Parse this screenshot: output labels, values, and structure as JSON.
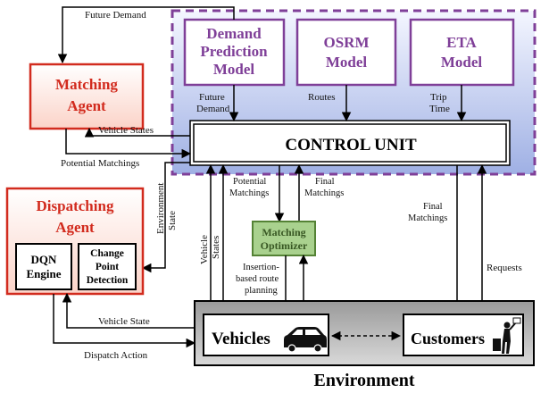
{
  "colors": {
    "purple": "#7f3f98",
    "red": "#d22b1e",
    "green_fill": "#a9d18e",
    "green_stroke": "#548235",
    "green_text": "#385723",
    "red_fill_top": "#fbd3c8",
    "blue_top": "#f4f6ff",
    "blue_bottom": "#9fb0e4",
    "env_top": "#9a9a9a",
    "env_bottom": "#d9d9d9"
  },
  "models": {
    "demand_line1": "Demand",
    "demand_line2": "Prediction",
    "demand_line3": "Model",
    "osrm_line1": "OSRM",
    "osrm_line2": "Model",
    "eta_line1": "ETA",
    "eta_line2": "Model"
  },
  "control_unit": {
    "title": "CONTROL UNIT"
  },
  "matching_agent": {
    "line1": "Matching",
    "line2": "Agent"
  },
  "dispatching_agent": {
    "line1": "Dispatching",
    "line2": "Agent",
    "dqn_line1": "DQN",
    "dqn_line2": "Engine",
    "cpd_line1": "Change",
    "cpd_line2": "Point",
    "cpd_line3": "Detection"
  },
  "matching_optimizer": {
    "line1": "Matching",
    "line2": "Optimizer"
  },
  "environment": {
    "title": "Environment",
    "vehicles": "Vehicles",
    "customers": "Customers"
  },
  "labels": {
    "future_demand_top": "Future Demand",
    "future_demand_mid1": "Future",
    "future_demand_mid2": "Demand",
    "routes": "Routes",
    "trip_time1": "Trip",
    "trip_time2": "Time",
    "vehicle_states": "Vehicle States",
    "potential_matchings": "Potential Matchings",
    "potential_matchings_a": "Potential",
    "potential_matchings_b": "Matchings",
    "final_matchings_a": "Final",
    "final_matchings_b": "Matchings",
    "final_matchings_c": "Final",
    "final_matchings_d": "Matchings",
    "environment_state1": "Environment",
    "environment_state2": "State",
    "vehicle_states_v1": "Vehicle",
    "vehicle_states_v2": "States",
    "insertion1": "Insertion-",
    "insertion2": "based route",
    "insertion3": "planning",
    "requests": "Requests",
    "vehicle_state": "Vehicle State",
    "dispatch_action": "Dispatch Action"
  }
}
